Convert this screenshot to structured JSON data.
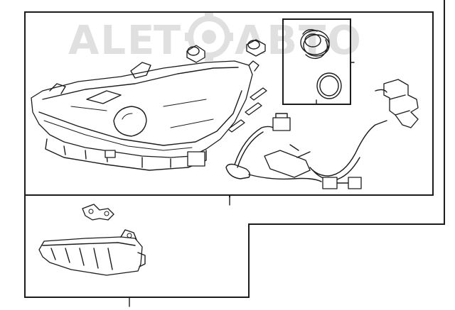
{
  "watermark": {
    "text": "ALETOAUTO",
    "color": "#c8c8c8"
  },
  "parts": [
    {
      "name": "headlamp-assembly"
    },
    {
      "name": "bulb-socket-left"
    },
    {
      "name": "bulb-socket-right"
    },
    {
      "name": "cap-and-seal"
    },
    {
      "name": "wiring-harness"
    },
    {
      "name": "bracket"
    },
    {
      "name": "drl-lamp"
    }
  ],
  "colors": {
    "line": "#1c1c1c",
    "background": "#ffffff"
  }
}
